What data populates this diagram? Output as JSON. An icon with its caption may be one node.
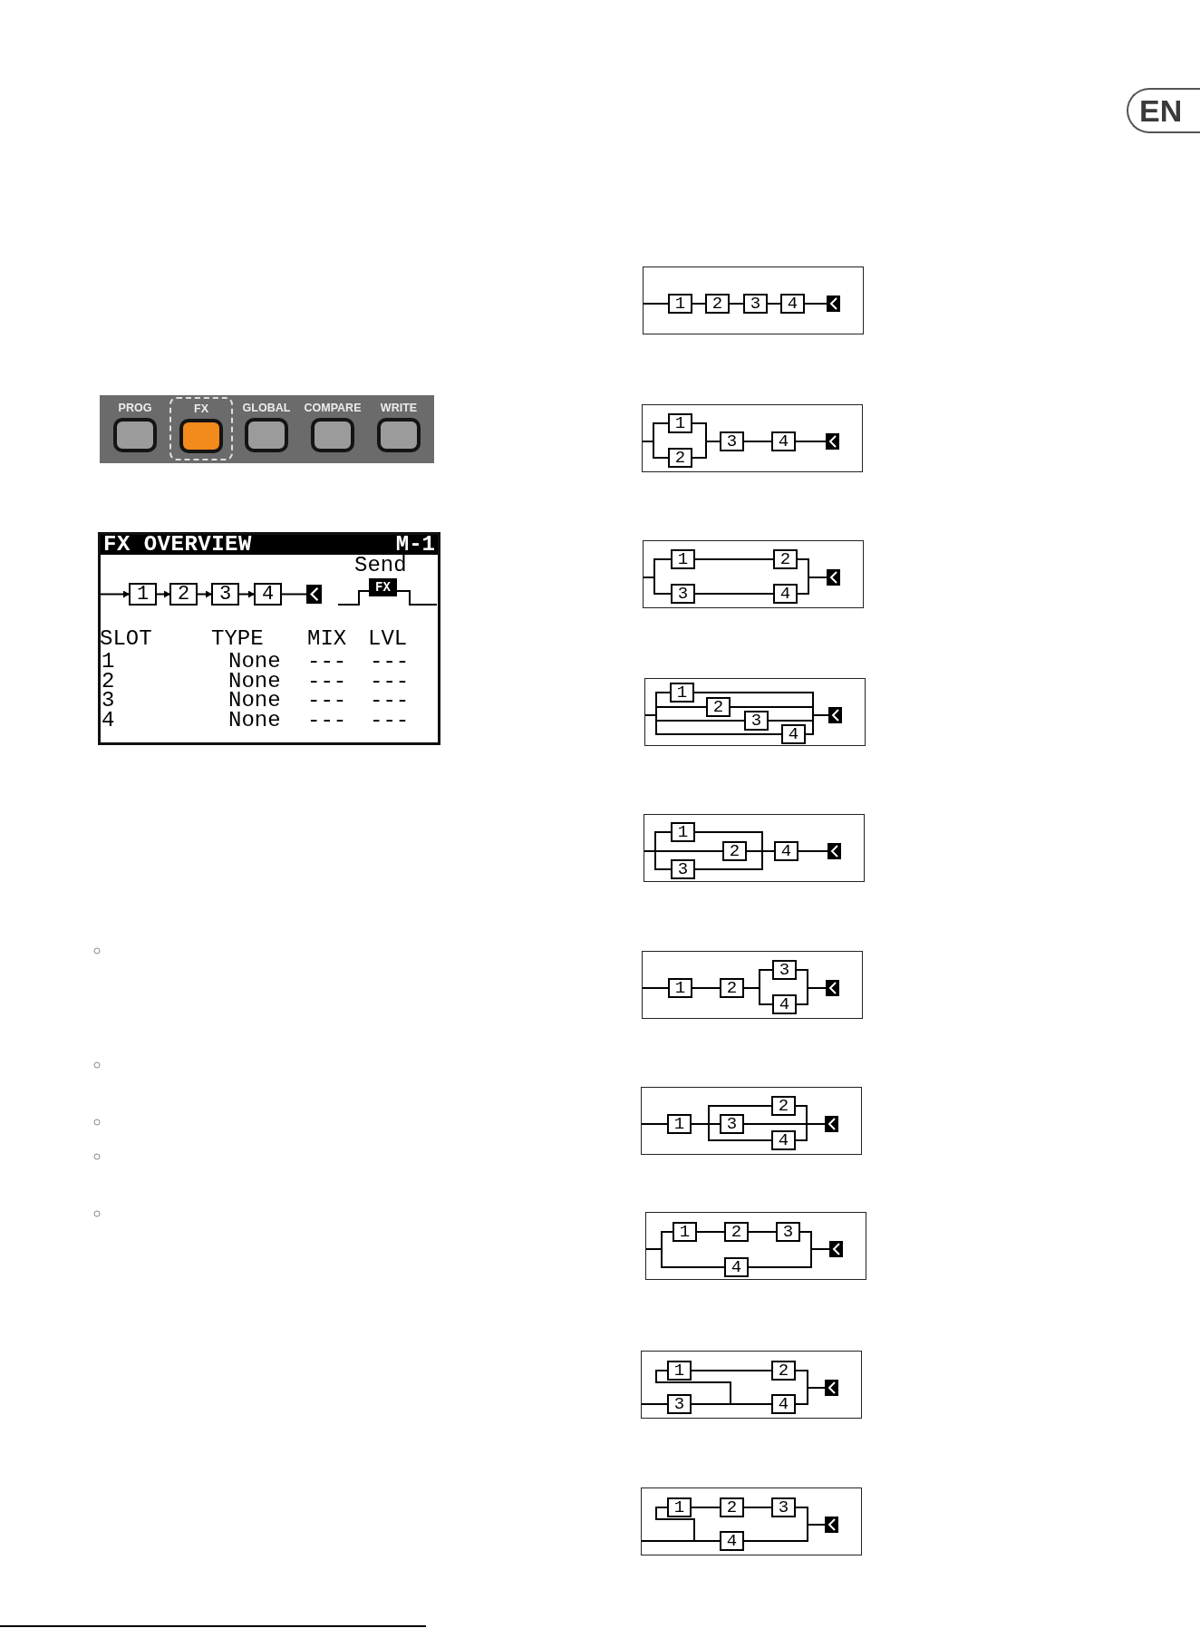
{
  "diagram": {
    "nodes": [
      {
        "text": [],
        "shape": "box"
      },
      {
        "text": [],
        "shape": "box",
        "in": 0
      },
      {
        "text": [
          "PROG"
        ],
        "in": 0
      },
      {
        "text": [
          "FX"
        ],
        "in": 1
      },
      {
        "text": [
          "GLOBAL"
        ],
        "in": 0
      },
      {
        "text": [
          "COMPARE"
        ],
        "in": 0
      },
      {
        "text": [
          "WRITE"
        ],
        "in": 0
      },
      {
        "text": [
          "FX OVERVIEW",
          "M-1",
          "Send"
        ]
      },
      {
        "text": [
          "1"
        ],
        "in": 7
      },
      {
        "text": [
          "2"
        ],
        "in": 7
      },
      {
        "text": [
          "3"
        ],
        "in": 7
      },
      {
        "text": [
          "4"
        ],
        "in": 7
      },
      {
        "text": [],
        "shape": "box",
        "in": 7
      },
      {
        "text": [
          "FX"
        ],
        "in": 7
      },
      {
        "text": [],
        "shape": "box"
      },
      {
        "text": [
          "1"
        ],
        "in": 14
      },
      {
        "text": [
          "2"
        ],
        "in": 14
      },
      {
        "text": [
          "3"
        ],
        "in": 14
      },
      {
        "text": [
          "4"
        ],
        "in": 14
      },
      {
        "text": [],
        "shape": "box",
        "in": 14
      },
      {
        "text": [],
        "shape": "box"
      },
      {
        "text": [
          "1"
        ],
        "in": 20
      },
      {
        "text": [
          "2"
        ],
        "in": 20
      },
      {
        "text": [
          "3"
        ],
        "in": 20
      },
      {
        "text": [
          "4"
        ],
        "in": 20
      },
      {
        "text": [],
        "shape": "box",
        "in": 20
      },
      {
        "text": [],
        "shape": "box"
      },
      {
        "text": [
          "1"
        ],
        "in": 26
      },
      {
        "text": [
          "2"
        ],
        "in": 26
      },
      {
        "text": [
          "3"
        ],
        "in": 26
      },
      {
        "text": [
          "4"
        ],
        "in": 26
      },
      {
        "text": [],
        "shape": "box",
        "in": 26
      },
      {
        "text": [],
        "shape": "box"
      },
      {
        "text": [
          "1"
        ],
        "in": 32
      },
      {
        "text": [
          "2"
        ],
        "in": 32
      },
      {
        "text": [
          "3"
        ],
        "in": 32
      },
      {
        "text": [
          "4"
        ],
        "in": 32
      },
      {
        "text": [],
        "shape": "box",
        "in": 32
      },
      {
        "text": [],
        "shape": "box"
      },
      {
        "text": [
          "1"
        ],
        "in": 38
      },
      {
        "text": [
          "2"
        ],
        "in": 38
      },
      {
        "text": [
          "3"
        ],
        "in": 38
      },
      {
        "text": [
          "4"
        ],
        "in": 38
      },
      {
        "text": [],
        "shape": "box",
        "in": 38
      },
      {
        "text": [],
        "shape": "box"
      },
      {
        "text": [
          "1"
        ],
        "in": 44
      },
      {
        "text": [
          "2"
        ],
        "in": 44
      },
      {
        "text": [
          "3"
        ],
        "in": 44
      },
      {
        "text": [
          "4"
        ],
        "in": 44
      },
      {
        "text": [],
        "shape": "box",
        "in": 44
      },
      {
        "text": [],
        "shape": "box"
      },
      {
        "text": [
          "1"
        ],
        "in": 50
      },
      {
        "text": [
          "2"
        ],
        "in": 50
      },
      {
        "text": [
          "3"
        ],
        "in": 50
      },
      {
        "text": [
          "4"
        ],
        "in": 50
      },
      {
        "text": [],
        "shape": "box",
        "in": 50
      },
      {
        "text": [],
        "shape": "box"
      },
      {
        "text": [
          "1"
        ],
        "in": 56
      },
      {
        "text": [
          "2"
        ],
        "in": 56
      },
      {
        "text": [
          "3"
        ],
        "in": 56
      },
      {
        "text": [
          "4"
        ],
        "in": 56
      },
      {
        "text": [],
        "shape": "box",
        "in": 56
      },
      {
        "text": [],
        "shape": "box"
      },
      {
        "text": [
          "1"
        ],
        "in": 62
      },
      {
        "text": [
          "2"
        ],
        "in": 62
      },
      {
        "text": [
          "3"
        ],
        "in": 62
      },
      {
        "text": [
          "4"
        ],
        "in": 62
      },
      {
        "text": [],
        "shape": "box",
        "in": 62
      },
      {
        "text": [],
        "shape": "box"
      },
      {
        "text": [
          "1"
        ],
        "in": 68
      },
      {
        "text": [
          "2"
        ],
        "in": 68
      },
      {
        "text": [
          "3"
        ],
        "in": 68
      },
      {
        "text": [
          "4"
        ],
        "in": 68
      },
      {
        "text": [],
        "shape": "box",
        "in": 68
      }
    ],
    "edges": [
      {
        "from": null,
        "to": 8,
        "arrow": "to"
      },
      {
        "from": 8,
        "to": 9,
        "arrow": "to"
      },
      {
        "from": 9,
        "to": 10,
        "arrow": "to"
      },
      {
        "from": 10,
        "to": 11,
        "arrow": "to"
      },
      {
        "from": 11,
        "to": 12,
        "arrow": "none"
      },
      {
        "from": null,
        "to": 15,
        "arrow": "none"
      },
      {
        "from": 15,
        "to": 16,
        "arrow": "none"
      },
      {
        "from": 16,
        "to": 17,
        "arrow": "none"
      },
      {
        "from": 17,
        "to": 18,
        "arrow": "none"
      },
      {
        "from": 18,
        "to": 19,
        "arrow": "none"
      },
      {
        "from": null,
        "to": 21,
        "arrow": "none"
      },
      {
        "from": null,
        "to": 22,
        "arrow": "none"
      },
      {
        "from": 21,
        "to": 23,
        "arrow": "none"
      },
      {
        "from": 22,
        "to": 23,
        "arrow": "none"
      },
      {
        "from": 23,
        "to": 24,
        "arrow": "none"
      },
      {
        "from": 24,
        "to": 25,
        "arrow": "none"
      },
      {
        "from": null,
        "to": 27,
        "arrow": "none"
      },
      {
        "from": null,
        "to": 29,
        "arrow": "none"
      },
      {
        "from": 27,
        "to": 28,
        "arrow": "none"
      },
      {
        "from": 29,
        "to": 30,
        "arrow": "none"
      },
      {
        "from": 28,
        "to": 31,
        "arrow": "none"
      },
      {
        "from": 30,
        "to": 31,
        "arrow": "none"
      },
      {
        "from": null,
        "to": 33,
        "arrow": "none"
      },
      {
        "from": null,
        "to": 34,
        "arrow": "none"
      },
      {
        "from": null,
        "to": 35,
        "arrow": "none"
      },
      {
        "from": null,
        "to": 36,
        "arrow": "none"
      },
      {
        "from": 33,
        "to": 37,
        "arrow": "none"
      },
      {
        "from": 34,
        "to": 37,
        "arrow": "none"
      },
      {
        "from": 35,
        "to": 37,
        "arrow": "none"
      },
      {
        "from": 36,
        "to": 37,
        "arrow": "none"
      },
      {
        "from": null,
        "to": 39,
        "arrow": "none"
      },
      {
        "from": null,
        "to": 40,
        "arrow": "none"
      },
      {
        "from": null,
        "to": 41,
        "arrow": "none"
      },
      {
        "from": 39,
        "to": 42,
        "arrow": "none"
      },
      {
        "from": 40,
        "to": 42,
        "arrow": "none"
      },
      {
        "from": 41,
        "to": 42,
        "arrow": "none"
      },
      {
        "from": 42,
        "to": 43,
        "arrow": "none"
      },
      {
        "from": null,
        "to": 45,
        "arrow": "none"
      },
      {
        "from": 45,
        "to": 46,
        "arrow": "none"
      },
      {
        "from": 46,
        "to": 47,
        "arrow": "none"
      },
      {
        "from": 46,
        "to": 48,
        "arrow": "none"
      },
      {
        "from": 47,
        "to": 49,
        "arrow": "none"
      },
      {
        "from": 48,
        "to": 49,
        "arrow": "none"
      },
      {
        "from": null,
        "to": 51,
        "arrow": "none"
      },
      {
        "from": 51,
        "to": 52,
        "arrow": "none"
      },
      {
        "from": 51,
        "to": 53,
        "arrow": "none"
      },
      {
        "from": 51,
        "to": 54,
        "arrow": "none"
      },
      {
        "from": 52,
        "to": 55,
        "arrow": "none"
      },
      {
        "from": 53,
        "to": 55,
        "arrow": "none"
      },
      {
        "from": 54,
        "to": 55,
        "arrow": "none"
      },
      {
        "from": null,
        "to": 57,
        "arrow": "none"
      },
      {
        "from": 57,
        "to": 58,
        "arrow": "none"
      },
      {
        "from": 58,
        "to": 59,
        "arrow": "none"
      },
      {
        "from": null,
        "to": 60,
        "arrow": "none"
      },
      {
        "from": 59,
        "to": 61,
        "arrow": "none"
      },
      {
        "from": 60,
        "to": 61,
        "arrow": "none"
      },
      {
        "from": null,
        "to": 65,
        "arrow": "none"
      },
      {
        "from": 65,
        "to": 66,
        "arrow": "none"
      },
      {
        "from": 65,
        "to": 63,
        "arrow": "none"
      },
      {
        "from": 63,
        "to": 64,
        "arrow": "none"
      },
      {
        "from": 66,
        "to": 67,
        "arrow": "none"
      },
      {
        "from": 64,
        "to": 67,
        "arrow": "none"
      },
      {
        "from": null,
        "to": 69,
        "arrow": "none"
      },
      {
        "from": null,
        "to": 72,
        "arrow": "none"
      },
      {
        "from": 69,
        "to": 70,
        "arrow": "none"
      },
      {
        "from": 70,
        "to": 71,
        "arrow": "none"
      },
      {
        "from": 71,
        "to": 73,
        "arrow": "none"
      },
      {
        "from": 72,
        "to": 73,
        "arrow": "none"
      }
    ],
    "labels": [
      "SLOT",
      "TYPE",
      "MIX",
      "LVL",
      "1",
      "None",
      "---",
      "---",
      "2",
      "None",
      "---",
      "---",
      "3",
      "None",
      "---",
      "---",
      "4",
      "None",
      "---",
      "---",
      "EN"
    ]
  }
}
